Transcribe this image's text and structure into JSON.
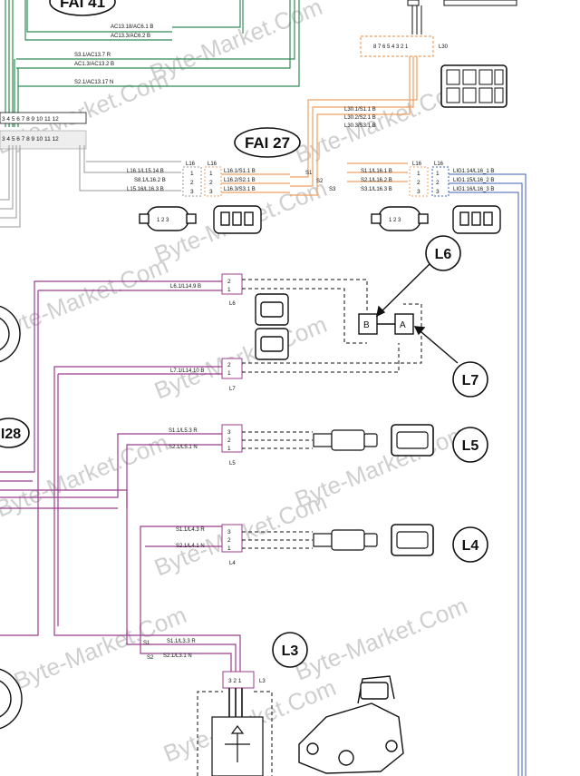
{
  "colors": {
    "green": "#2e8b57",
    "orange": "#f0a060",
    "purple": "#9b3d8e",
    "gray": "#9a9a9a",
    "blue": "#3b5fb5",
    "ink": "#111111",
    "watermark": "#cfcfcf"
  },
  "watermark": {
    "text": "Byte-Market.Com"
  },
  "labels": {
    "fai41": "FAI 41",
    "fai27": "FAI 27",
    "i28": "I28",
    "l6": "L6",
    "l7": "L7",
    "l5": "L5",
    "l4": "L4",
    "l3": "L3",
    "l30": "L30",
    "l16a": "L16",
    "l16b": "L16",
    "l6conn": "L6",
    "l7conn": "L7",
    "l5conn": "L5",
    "l4conn": "L4",
    "l3conn": "L3",
    "s1": "S1",
    "s2": "S2",
    "s3": "S3",
    "s1b": "S1",
    "s2b": "S2",
    "box_b": "B",
    "box_a": "A"
  },
  "wires": {
    "ac13_18": "AC13.18/AC6.1   B",
    "ac13_3": "AC13.3/AC6.2   B",
    "s3_1": "S3.1/AC13.7   R",
    "ac1_3": "AC1.3/AC13.2   B",
    "s2_1": "S2.1/AC13.17   N",
    "l30_1": "L30.1/S1.1   B",
    "l30_2": "L30.2/S2.1   B",
    "l30_3": "L30.3/S3.1   B",
    "l16_1": "L16.1/L15.14   B",
    "s8_1": "S8.1/L16.2   B",
    "l15_16": "L15.16/L16.3   B",
    "fai_l16_1": "L16.1/S1.1   B",
    "fai_l16_2": "L16.2/S2.1   B",
    "fai_l16_3": "L16.3/S3.1   B",
    "r_s1": "S1.1/L16.1   B",
    "r_s2": "S2.1/L16.2   B",
    "r_s3": "S3.1/L16.3   B",
    "lig1": "LIG1.14/L16_1   B",
    "lig2": "LIG1.15/L16_2   B",
    "lig3": "LIG1.16/L16_3   B",
    "l6w": "L6.1/L14.9   B",
    "l7w": "L7.1/L14.10   B",
    "l5w1": "S1.1/L5.3   R",
    "l5w2": "S2.1/L5.1   N",
    "l4w1": "S1.1/L4.3   R",
    "l4w2": "S2.1/L4.1   N",
    "l3w1": "S1.1/L3.3   R",
    "l3w2": "S2.1/L3.1   N"
  },
  "pins": {
    "l30_pins": "8 7 6 5 4 3 2 1",
    "term_top": "3 4 5 6 7 8 9 10 11 12",
    "term_bot": "3 4 5 6 7 8 9 10 11 12",
    "p1": "1",
    "p2": "2",
    "p3": "3",
    "n1": "1",
    "n2": "2",
    "n3": "3",
    "l6p2": "2",
    "l6p1": "1",
    "l7p2": "2",
    "l7p1": "1",
    "l5p3": "3",
    "l5p2": "2",
    "l5p1": "1",
    "l4p3": "3",
    "l4p2": "2",
    "l4p1": "1",
    "l3pins": "3 2 1",
    "plug_a": "1 2 3",
    "plug_b": "1 2 3",
    "rp1": "1",
    "rp2": "2",
    "rp3": "3",
    "rn1": "1",
    "rn2": "2",
    "rn3": "3"
  }
}
